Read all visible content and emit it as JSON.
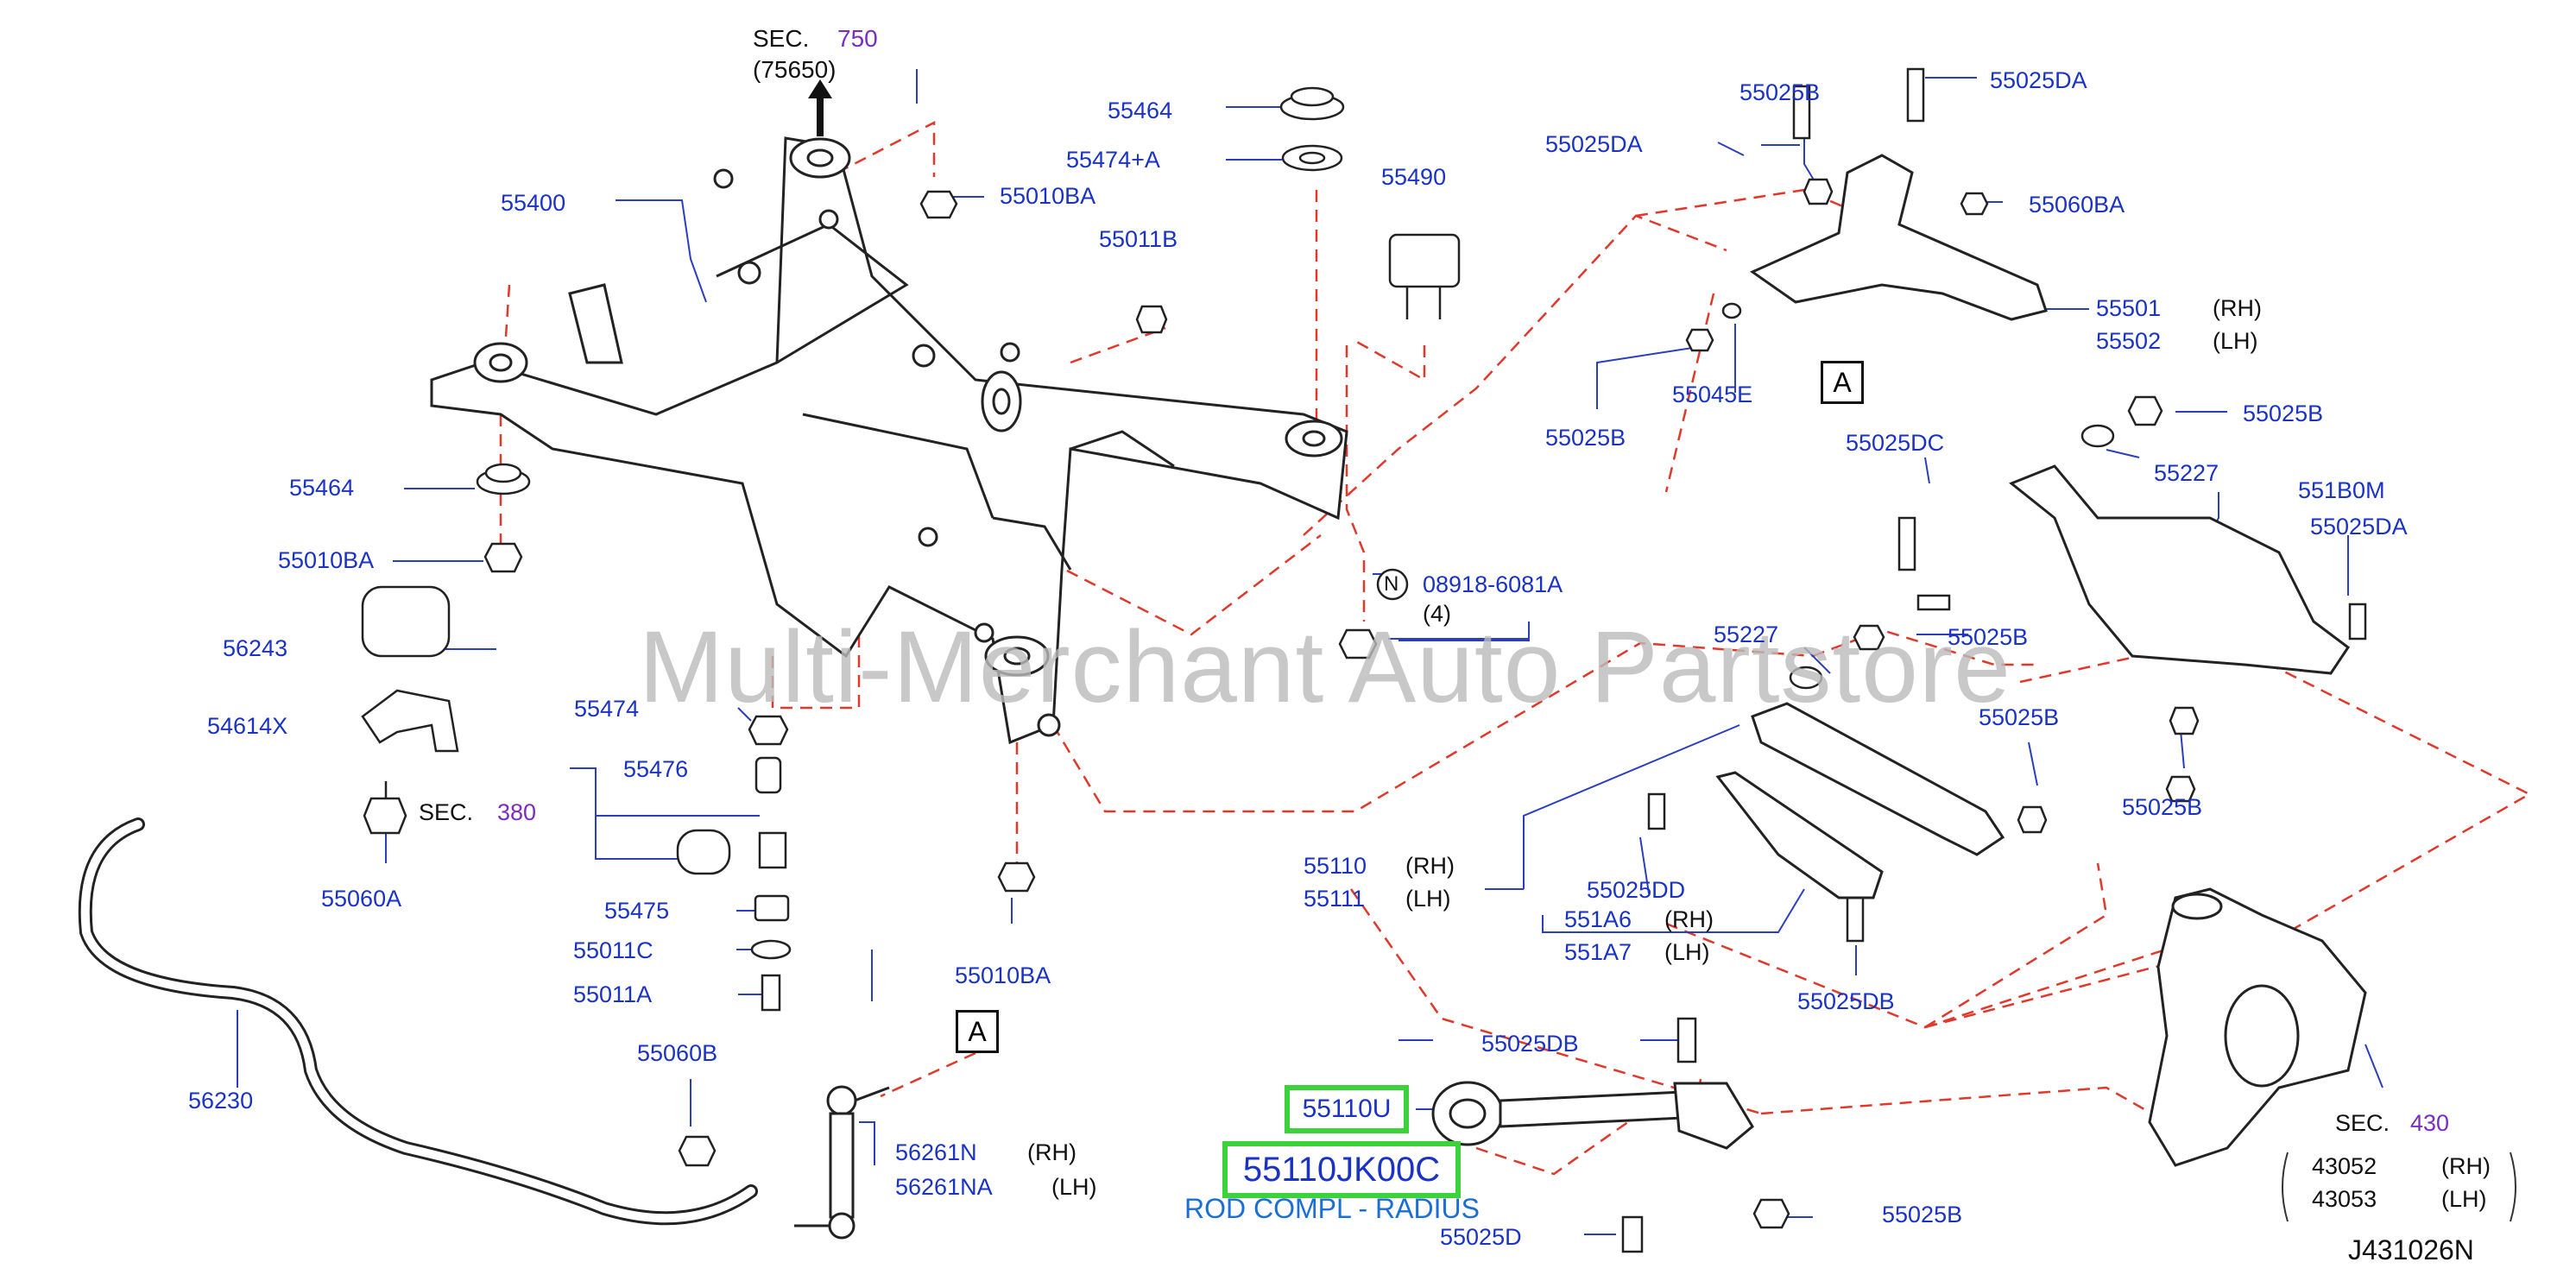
{
  "diagram": {
    "figure_id": "J431026N",
    "watermark": "Multi-Merchant Auto Partstore",
    "sec_750": {
      "prefix": "SEC.",
      "num": "750",
      "sub": "(75650)"
    },
    "sec_380": {
      "prefix": "SEC.",
      "num": "380"
    },
    "sec_430": {
      "prefix": "SEC.",
      "num": "430"
    },
    "marker_a": "A",
    "n_badge": "N",
    "note_n": {
      "part": "08918-6081A",
      "qty": "(4)"
    },
    "highlight": {
      "part_short": "55110U",
      "part_full": "55110JK00C",
      "description": "ROD COMPL - RADIUS"
    },
    "parts": {
      "p55400": "55400",
      "p55464_top": "55464",
      "p55474a": "55474+A",
      "p55010ba_top": "55010BA",
      "p55011b": "55011B",
      "p55490": "55490",
      "p55025b_a": "55025B",
      "p55025da_a": "55025DA",
      "p55025da_b": "55025DA",
      "p55060ba": "55060BA",
      "p55501": "55501",
      "p55502": "55502",
      "p55025b_b": "55025B",
      "p55045e": "55045E",
      "p55025b_c": "55025B",
      "p55025dc": "55025DC",
      "p55227_a": "55227",
      "p551b0m": "551B0M",
      "p55025da_c": "55025DA",
      "p55464_left": "55464",
      "p55010ba_left": "55010BA",
      "p56243": "56243",
      "p54614x": "54614X",
      "p55060a": "55060A",
      "p55474": "55474",
      "p55476": "55476",
      "p55475": "55475",
      "p55011c": "55011C",
      "p55011a": "55011A",
      "p55060b": "55060B",
      "p56230": "56230",
      "p56261n": "56261N",
      "p56261na": "56261NA",
      "p55010ba_mid": "55010BA",
      "p55227_b": "55227",
      "p55025b_d": "55025B",
      "p55025b_e": "55025B",
      "p55025b_f": "55025B",
      "p55110": "55110",
      "p55111": "55111",
      "p55025dd": "55025DD",
      "p551a6": "551A6",
      "p551a7": "551A7",
      "p55025db_a": "55025DB",
      "p55025db_b": "55025DB",
      "p55025d": "55025D",
      "p55025b_g": "55025B",
      "p43052": "43052",
      "p43053": "43053"
    },
    "side": {
      "rh": "(RH)",
      "lh": "(LH)"
    }
  }
}
